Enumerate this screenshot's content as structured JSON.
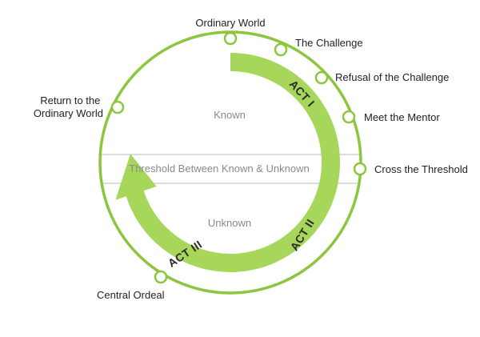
{
  "colors": {
    "circle": "#8cc63f",
    "arrow": "#a6d75a",
    "node_fill": "#ffffff",
    "band_line": "#c8c8c8",
    "stage_text": "#222222",
    "zone_text": "#8a8a8a"
  },
  "stages": [
    {
      "id": "ordinary-world",
      "label": "Ordinary World"
    },
    {
      "id": "the-challenge",
      "label": "The Challenge"
    },
    {
      "id": "refusal-of-the-challenge",
      "label": "Refusal of the Challenge"
    },
    {
      "id": "meet-the-mentor",
      "label": "Meet the Mentor"
    },
    {
      "id": "cross-the-threshold",
      "label": "Cross the Threshold"
    },
    {
      "id": "central-ordeal",
      "label": "Central Ordeal"
    },
    {
      "id": "return-to-the-ordinary-world",
      "label": "Return to the Ordinary World",
      "lines": [
        "Return to the",
        "Ordinary World"
      ]
    }
  ],
  "zones": {
    "known": "Known",
    "threshold": "Threshold Between Known & Unknown",
    "unknown": "Unknown"
  },
  "acts": [
    "ACT I",
    "ACT II",
    "ACT III"
  ]
}
